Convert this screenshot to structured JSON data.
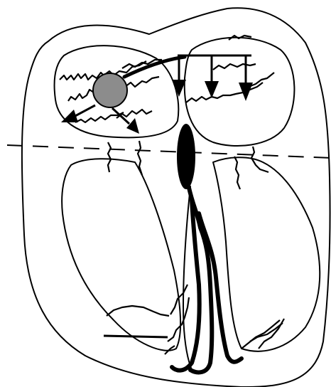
{
  "diagram": {
    "colors": {
      "stroke": "#000000",
      "background": "#ffffff",
      "node_fill": "#8c8c8c"
    },
    "icons": [
      "sa-node-circle",
      "av-node-ellipse",
      "conduction-arrow",
      "down-arrow"
    ]
  }
}
